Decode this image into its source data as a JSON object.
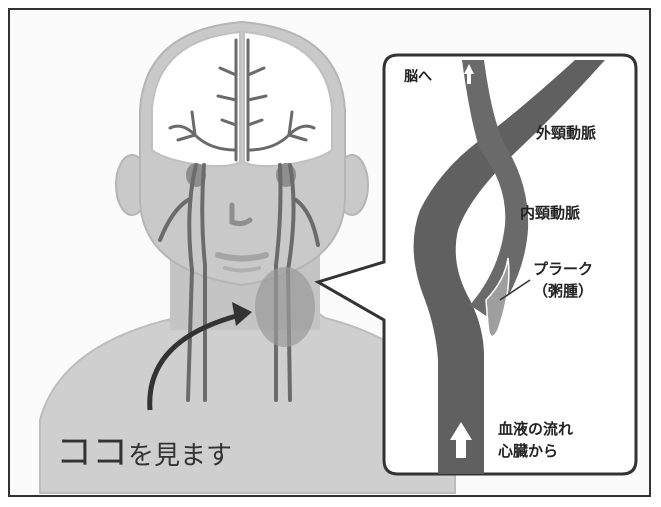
{
  "caption": {
    "big": "ココ",
    "rest": "を見ます"
  },
  "labels": {
    "to_brain": "脳へ",
    "external_carotid": "外頸動脈",
    "internal_carotid": "内頸動脈",
    "plaque_1": "プラーク",
    "plaque_2": "（粥腫）",
    "flow_1": "血液の流れ",
    "flow_2": "心臓から"
  },
  "colors": {
    "skin": "#c9c9c9",
    "artery": "#555555",
    "brain": "#ffffff",
    "plaque": "#9a9a9a"
  }
}
